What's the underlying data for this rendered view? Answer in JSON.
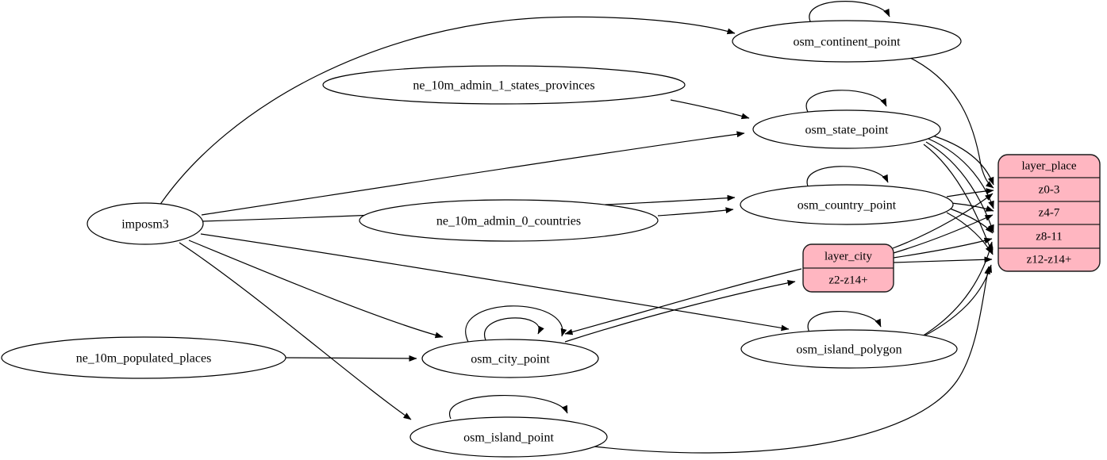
{
  "diagram": {
    "type": "etl-dependency-graph",
    "colors": {
      "background": "#ffffff",
      "edge": "#000000",
      "ellipse_fill": "#ffffff",
      "ellipse_stroke": "#000000",
      "record_fill": "#ffb6c1",
      "record_stroke": "#1a1a1a",
      "text": "#000000"
    },
    "nodes": {
      "imposm3": {
        "label": "imposm3",
        "shape": "ellipse"
      },
      "ne_10m_admin_1_states_provinces": {
        "label": "ne_10m_admin_1_states_provinces",
        "shape": "ellipse"
      },
      "ne_10m_admin_0_countries": {
        "label": "ne_10m_admin_0_countries",
        "shape": "ellipse"
      },
      "ne_10m_populated_places": {
        "label": "ne_10m_populated_places",
        "shape": "ellipse"
      },
      "osm_continent_point": {
        "label": "osm_continent_point",
        "shape": "ellipse"
      },
      "osm_state_point": {
        "label": "osm_state_point",
        "shape": "ellipse"
      },
      "osm_country_point": {
        "label": "osm_country_point",
        "shape": "ellipse"
      },
      "osm_city_point": {
        "label": "osm_city_point",
        "shape": "ellipse"
      },
      "osm_island_polygon": {
        "label": "osm_island_polygon",
        "shape": "ellipse"
      },
      "osm_island_point": {
        "label": "osm_island_point",
        "shape": "ellipse"
      }
    },
    "records": {
      "layer_city": {
        "title": "layer_city",
        "rows": [
          "z2-z14+"
        ]
      },
      "layer_place": {
        "title": "layer_place",
        "rows": [
          "z0-3",
          "z4-7",
          "z8-11",
          "z12-z14+"
        ]
      }
    },
    "edges": [
      {
        "from": "imposm3",
        "to": "osm_continent_point"
      },
      {
        "from": "imposm3",
        "to": "osm_state_point"
      },
      {
        "from": "imposm3",
        "to": "osm_country_point"
      },
      {
        "from": "imposm3",
        "to": "osm_city_point"
      },
      {
        "from": "imposm3",
        "to": "osm_island_polygon"
      },
      {
        "from": "imposm3",
        "to": "osm_island_point"
      },
      {
        "from": "ne_10m_admin_1_states_provinces",
        "to": "osm_state_point"
      },
      {
        "from": "ne_10m_admin_0_countries",
        "to": "osm_country_point"
      },
      {
        "from": "ne_10m_populated_places",
        "to": "osm_city_point"
      },
      {
        "from": "osm_continent_point",
        "to": "osm_continent_point"
      },
      {
        "from": "osm_state_point",
        "to": "osm_state_point"
      },
      {
        "from": "osm_country_point",
        "to": "osm_country_point"
      },
      {
        "from": "osm_city_point",
        "to": "osm_city_point"
      },
      {
        "from": "osm_city_point",
        "to": "osm_city_point"
      },
      {
        "from": "osm_island_polygon",
        "to": "osm_island_polygon"
      },
      {
        "from": "osm_island_point",
        "to": "osm_island_point"
      },
      {
        "from": "osm_continent_point",
        "to": "layer_place:z0-3"
      },
      {
        "from": "osm_state_point",
        "to": "layer_place:z0-3"
      },
      {
        "from": "osm_state_point",
        "to": "layer_place:z4-7"
      },
      {
        "from": "osm_state_point",
        "to": "layer_place:z8-11"
      },
      {
        "from": "osm_state_point",
        "to": "layer_place:z12-z14+"
      },
      {
        "from": "osm_country_point",
        "to": "layer_place:z0-3"
      },
      {
        "from": "osm_country_point",
        "to": "layer_place:z4-7"
      },
      {
        "from": "osm_country_point",
        "to": "layer_place:z8-11"
      },
      {
        "from": "osm_country_point",
        "to": "layer_place:z12-z14+"
      },
      {
        "from": "osm_city_point",
        "to": "layer_city:z2-z14+"
      },
      {
        "from": "layer_city",
        "to": "osm_city_point"
      },
      {
        "from": "layer_city",
        "to": "layer_place:z0-3"
      },
      {
        "from": "layer_city",
        "to": "layer_place:z4-7"
      },
      {
        "from": "layer_city",
        "to": "layer_place:z8-11"
      },
      {
        "from": "layer_city",
        "to": "layer_place:z12-z14+"
      },
      {
        "from": "osm_island_polygon",
        "to": "layer_place:z8-11"
      },
      {
        "from": "osm_island_polygon",
        "to": "layer_place:z12-z14+"
      },
      {
        "from": "osm_island_point",
        "to": "layer_place:z12-z14+"
      }
    ]
  }
}
